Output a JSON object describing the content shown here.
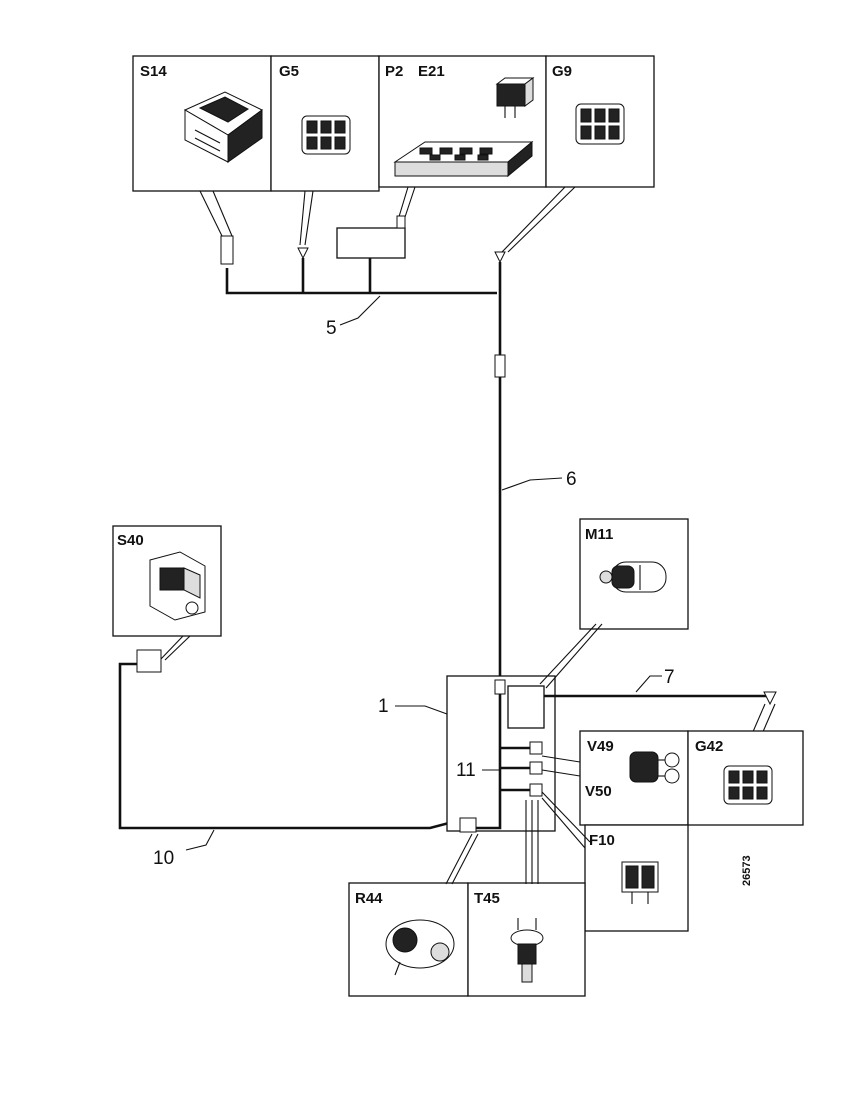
{
  "parts": {
    "s14": "S14",
    "g5": "G5",
    "p2": "P2",
    "e21": "E21",
    "g9": "G9",
    "s40": "S40",
    "m11": "M11",
    "v49": "V49",
    "v50": "V50",
    "g42": "G42",
    "f10": "F10",
    "r44": "R44",
    "t45": "T45"
  },
  "callouts": {
    "c1": "1",
    "c5": "5",
    "c6": "6",
    "c7": "7",
    "c10": "10",
    "c11": "11"
  },
  "reference": "26573"
}
